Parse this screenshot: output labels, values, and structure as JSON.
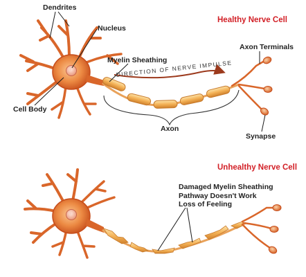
{
  "colors": {
    "title": "#d21f26",
    "label": "#222222",
    "leader": "#1a1a1a",
    "cell_light": "#fbc590",
    "cell_mid": "#ec8a43",
    "cell_dark": "#c64d1b",
    "nucleus": "#f6b7a2",
    "myelin": "#f4b257",
    "arrow": "#9c3a1d"
  },
  "healthy": {
    "title": "Healthy Nerve Cell",
    "dendrites_label": "Dendrites",
    "nucleus_label": "Nucleus",
    "myelin_label": "Myelin Sheathing",
    "direction_text": "DIRECTION OF NERVE IMPULSE",
    "axon_terminals_label": "Axon Terminals",
    "cell_body_label": "Cell Body",
    "axon_label": "Axon",
    "synapse_label": "Synapse"
  },
  "unhealthy": {
    "title": "Unhealthy Nerve Cell",
    "damage_label": "Damaged Myelin Sheathing\nPathway Doesn't Work\nLoss of Feeling"
  }
}
